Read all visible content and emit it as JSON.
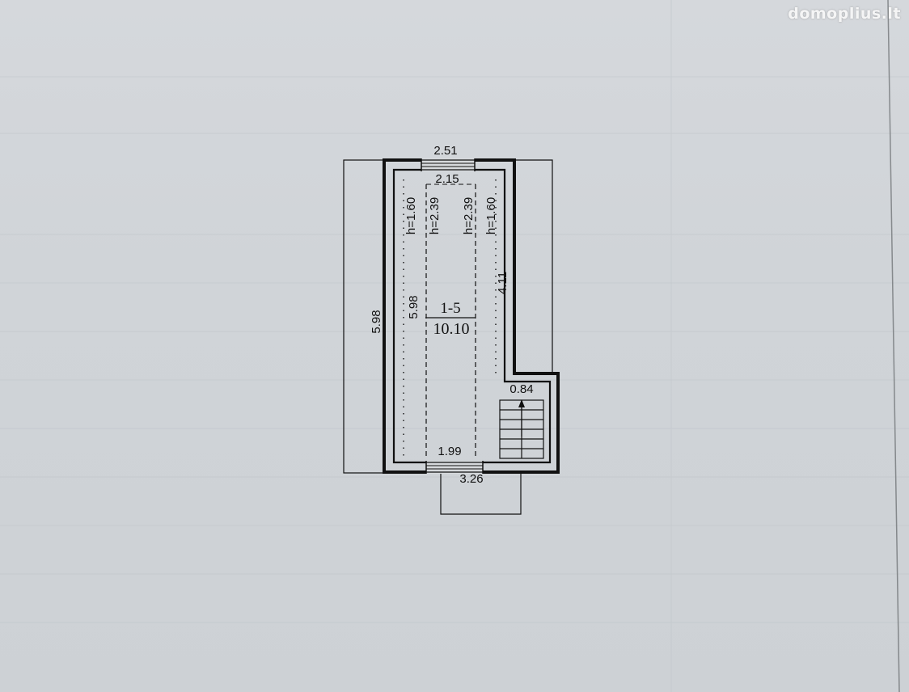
{
  "watermark": "domoplius.lt",
  "plan": {
    "dims": {
      "top_outer_width": "2.51",
      "top_inner_width": "2.15",
      "bottom_inner_width": "1.99",
      "bottom_outer_width": "3.26",
      "left_outer_height": "5.98",
      "left_inner_height": "5.98",
      "right_inner_height": "4.11",
      "stair_width": "0.84"
    },
    "heights": {
      "h_left_outer": "h=1.60",
      "h_left_inner": "h=2.39",
      "h_right_inner": "h=2.39",
      "h_right_outer": "h=1.60"
    },
    "room": {
      "number": "1-5",
      "area": "10.10"
    }
  },
  "colors": {
    "ink": "#111111",
    "paper": "#d0d4d8"
  }
}
